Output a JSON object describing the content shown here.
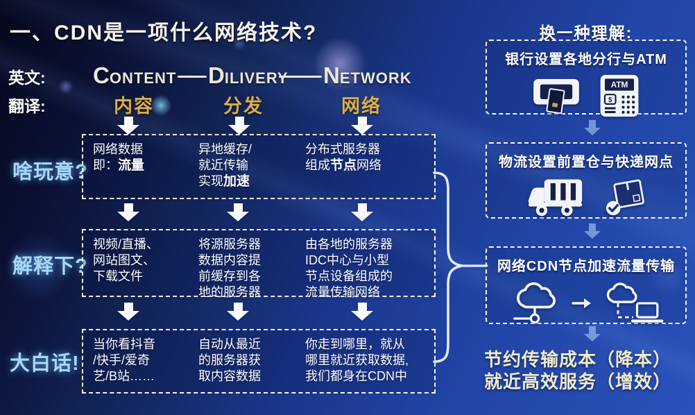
{
  "title": "一、CDN是一项什么网络技术?",
  "left_labels": {
    "english": "英文:",
    "translation": "翻译:"
  },
  "columns": [
    {
      "en_first": "C",
      "en_rest": "ONTENT",
      "cn": "内容"
    },
    {
      "en_first": "D",
      "en_rest": "ILIVERY",
      "cn": "分发"
    },
    {
      "en_first": "N",
      "en_rest": "ETWORK",
      "cn": "网络"
    }
  ],
  "rows": [
    {
      "label": "啥玩意?",
      "cells": [
        {
          "pre": "网络数据\n即：",
          "bold": "流量",
          "post": ""
        },
        {
          "pre": "异地缓存/\n就近传输\n实现",
          "bold": "加速",
          "post": ""
        },
        {
          "pre": "分布式服务器\n组成",
          "bold": "节点",
          "post": "网络"
        }
      ]
    },
    {
      "label": "解释下?",
      "cells": [
        {
          "pre": "视频/直播、\n网站图文、\n下载文件",
          "bold": "",
          "post": ""
        },
        {
          "pre": "将源服务器\n数据内容提\n前缓存到各\n地的服务器",
          "bold": "",
          "post": ""
        },
        {
          "pre": "由各地的服务器\nIDC中心与小型\n节点设备组成的\n流量传输网络",
          "bold": "",
          "post": ""
        }
      ]
    },
    {
      "label": "大白话!",
      "cells": [
        {
          "pre": "当你看抖音\n/快手/爱奇\n艺/B站……",
          "bold": "",
          "post": ""
        },
        {
          "pre": "自动从最近\n的服务器获\n取内容数据",
          "bold": "",
          "post": ""
        },
        {
          "pre": "你走到哪里，就从\n哪里就近获取数据,\n我们都身在CDN中",
          "bold": "",
          "post": ""
        }
      ]
    }
  ],
  "right": {
    "heading": "换一种理解:",
    "boxes": [
      {
        "title": "银行设置各地分行与ATM",
        "atm_label": "ATM",
        "atm_currency": "$"
      },
      {
        "title": "物流设置前置仓与快递网点"
      },
      {
        "title": "网络CDN节点加速流量传输"
      }
    ],
    "conclusion_line1": "节约传输成本（降本）",
    "conclusion_line2": "就近高效服务（增效）"
  },
  "colors": {
    "gold": "#dcae45",
    "light_blue": "#a9d8f4",
    "cream": "#efeccd",
    "white": "#ffffff",
    "background_dark": "#05071c",
    "background_bright": "#2a52ba"
  }
}
